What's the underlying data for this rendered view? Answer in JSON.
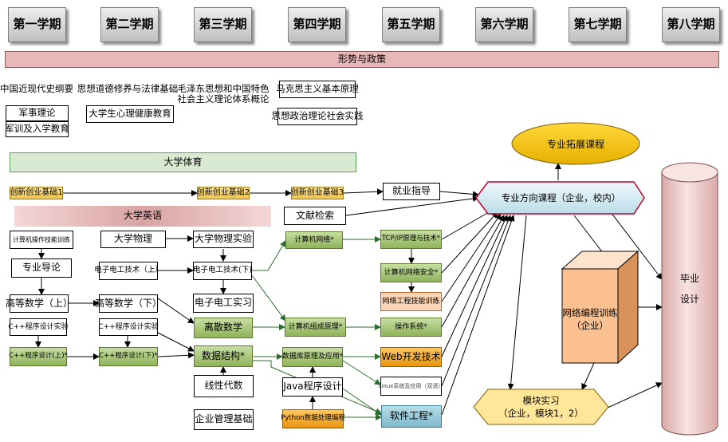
{
  "semesters": [
    "第一学期",
    "第二学期",
    "第三学期",
    "第四学期",
    "第五学期",
    "第六学期",
    "第七学期",
    "第八学期"
  ],
  "general": {
    "situation_policy": "形势与政策",
    "modern_history": "中国近现代史纲要",
    "ethics_law": "思想道德修养与法律基础",
    "mao_theory_line1": "毛泽东思想和中国特色",
    "mao_theory_line2": "社会主义理论体系概论",
    "marxism": "马克思主义基本原理",
    "military_theory": "军事理论",
    "military_training": "军训及入学教育",
    "mental_health": "大学生心理健康教育",
    "ideology_practice": "思想政治理论社会实践",
    "pe": "大学体育"
  },
  "courses": {
    "innovation1": "创新创业基础1",
    "innovation2": "创新创业基础2",
    "innovation3": "创新创业基础3",
    "employment": "就业指导",
    "english": "大学英语",
    "literature": "文献检索",
    "computer_ops": "计算机操作技能训练",
    "physics": "大学物理",
    "physics_lab": "大学物理实验",
    "intro": "专业导论",
    "electro1": "电子电工技术（上）",
    "electro2": "电子电工技术(下)",
    "math1": "高等数学（上）",
    "math2": "高等数学（下）",
    "electro_lab": "电子电工实习",
    "discrete": "离散数学",
    "cpp_lab1": "C++程序设计实验",
    "cpp_lab2": "C++程序设计实验",
    "cpp1": "C++程序设计(上)*",
    "cpp2": "C++程序设计(下)*",
    "data_struct": "数据结构*",
    "linear": "线性代数",
    "mgmt": "企业管理基础",
    "networks": "计算机网络*",
    "composition": "计算机组成原理*",
    "database": "数据库原理及应用*",
    "java": "Java程序设计",
    "python": "Python数据处理编程",
    "tcpip": "TCP/IP原理与技术*",
    "net_security": "计算机网络安全*",
    "net_eng": "网络工程技能训练",
    "os": "操作系统*",
    "web": "Web开发技术",
    "linux": "Linux系统及应用（双语）",
    "software_eng": "软件工程*",
    "extension": "专业拓展课程",
    "direction": "专业方向课程（企业，校内）",
    "network_training_line1": "网络编程训练",
    "network_training_line2": "（企业）",
    "module_line1": "模块实习",
    "module_line2": "（企业，模块1，2）",
    "graduation_line1": "毕业",
    "graduation_line2": "设计"
  },
  "colors": {
    "pink_bar": "#e6b9b8",
    "gold": "#f0c44c",
    "green": "#8fb35a",
    "orange": "#e8960f",
    "teal": "#7fb8cc",
    "extension_oval": "#f5c400",
    "network_box": "#fac090",
    "module_hex": "#ffe699",
    "graduation_cylinder": "#f2dcdb"
  }
}
